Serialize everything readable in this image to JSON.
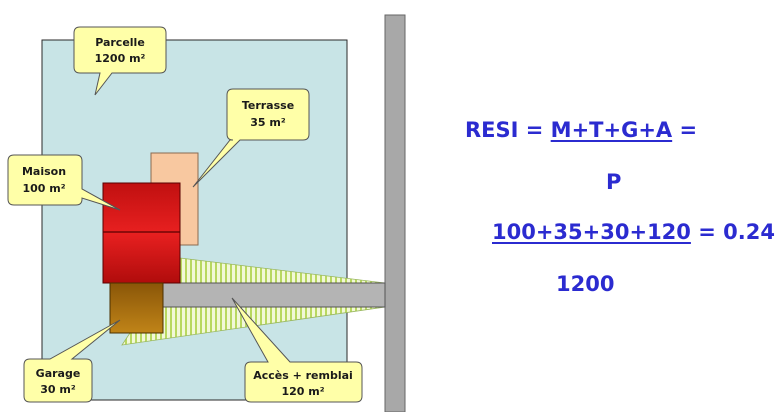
{
  "labels": {
    "parcelle_line1": "Parcelle",
    "parcelle_line2": "1200 m²",
    "terrasse_line1": "Terrasse",
    "terrasse_line2": "35 m²",
    "maison_line1": "Maison",
    "maison_line2": "100 m²",
    "garage_line1": "Garage",
    "garage_line2": "30 m²",
    "acces_line1": "Accès + remblai",
    "acces_line2": "120 m²"
  },
  "formula": {
    "lhs": "RESI = ",
    "numerator": "M+T+G+A",
    "eq_tail": " =",
    "denominator": "P",
    "calc_numerator": "100+35+30+120",
    "calc_result": " = 0.24",
    "calc_denominator": "1200"
  },
  "colors": {
    "parcel": "#c8e4e6",
    "wall": "#a8a8a8",
    "house": "#d81818",
    "terrace": "#f8c8a0",
    "garage": "#a86e10",
    "road": "#b4b4b4",
    "fill_hatch": "#b8d860",
    "callout": "#ffffa8",
    "formula_text": "#2b2bd0"
  }
}
